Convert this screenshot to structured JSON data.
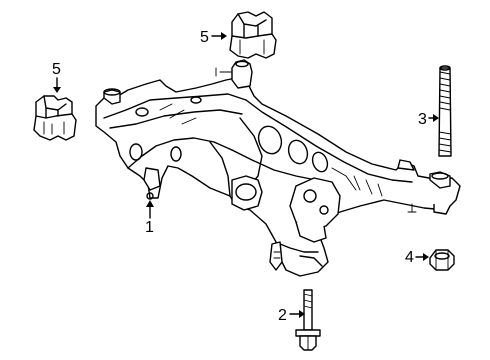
{
  "callouts": [
    {
      "id": "1",
      "text": "1"
    },
    {
      "id": "2",
      "text": "2"
    },
    {
      "id": "3",
      "text": "3"
    },
    {
      "id": "4",
      "text": "4"
    },
    {
      "id": "5a",
      "text": "5"
    },
    {
      "id": "5b",
      "text": "5"
    }
  ],
  "parts": [
    {
      "name": "subframe",
      "icon": "subframe-drawing"
    },
    {
      "name": "bolt",
      "icon": "bolt-drawing"
    },
    {
      "name": "stud",
      "icon": "stud-drawing"
    },
    {
      "name": "nut",
      "icon": "nut-drawing"
    },
    {
      "name": "insulator",
      "icon": "insulator-drawing"
    }
  ],
  "colors": {
    "line": "#000000",
    "background": "#ffffff"
  }
}
